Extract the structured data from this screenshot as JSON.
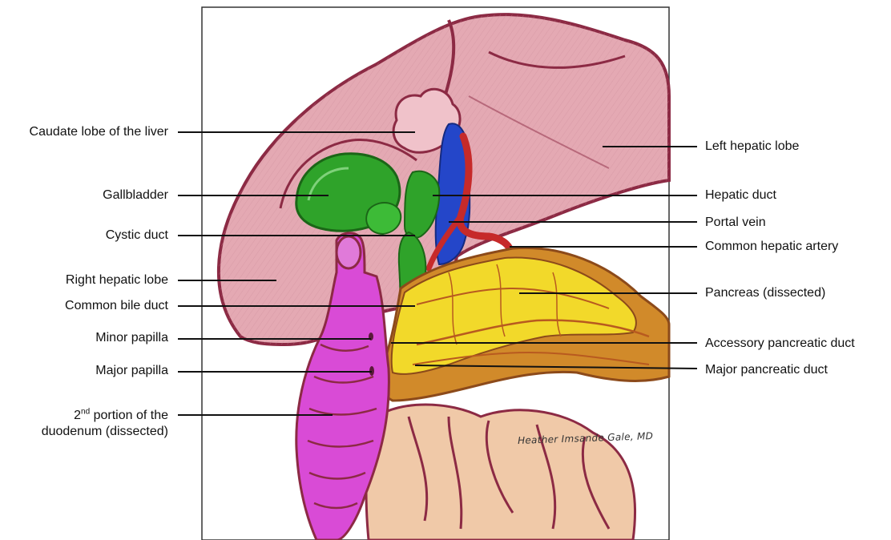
{
  "labels": {
    "caudate_lobe": "Caudate lobe of the liver",
    "gallbladder": "Gallbladder",
    "cystic_duct": "Cystic duct",
    "right_hepatic_lobe": "Right hepatic lobe",
    "common_bile_duct": "Common bile duct",
    "minor_papilla": "Minor papilla",
    "major_papilla": "Major papilla",
    "duodenum_line1_pre": "2",
    "duodenum_line1_sup": "nd",
    "duodenum_line1_post": " portion of the",
    "duodenum_line2": "duodenum (dissected)",
    "left_hepatic_lobe": "Left hepatic lobe",
    "hepatic_duct": "Hepatic duct",
    "portal_vein": "Portal vein",
    "common_hepatic_artery": "Common hepatic artery",
    "pancreas": "Pancreas (dissected)",
    "accessory_pancreatic_duct": "Accessory pancreatic duct",
    "major_pancreatic_duct": "Major pancreatic duct"
  },
  "signature": "Heather Imsande Gale, MD",
  "colors": {
    "liver": "#e4a9b3",
    "liver_outline": "#8c2a44",
    "gallbladder": "#2fa32a",
    "duodenum": "#d94bd6",
    "pancreas": "#f2d92a",
    "pancreas_shadow": "#d18a2a",
    "portal_vein": "#2446c9",
    "artery": "#c62a2a",
    "intestine": "#f0c9a8"
  }
}
